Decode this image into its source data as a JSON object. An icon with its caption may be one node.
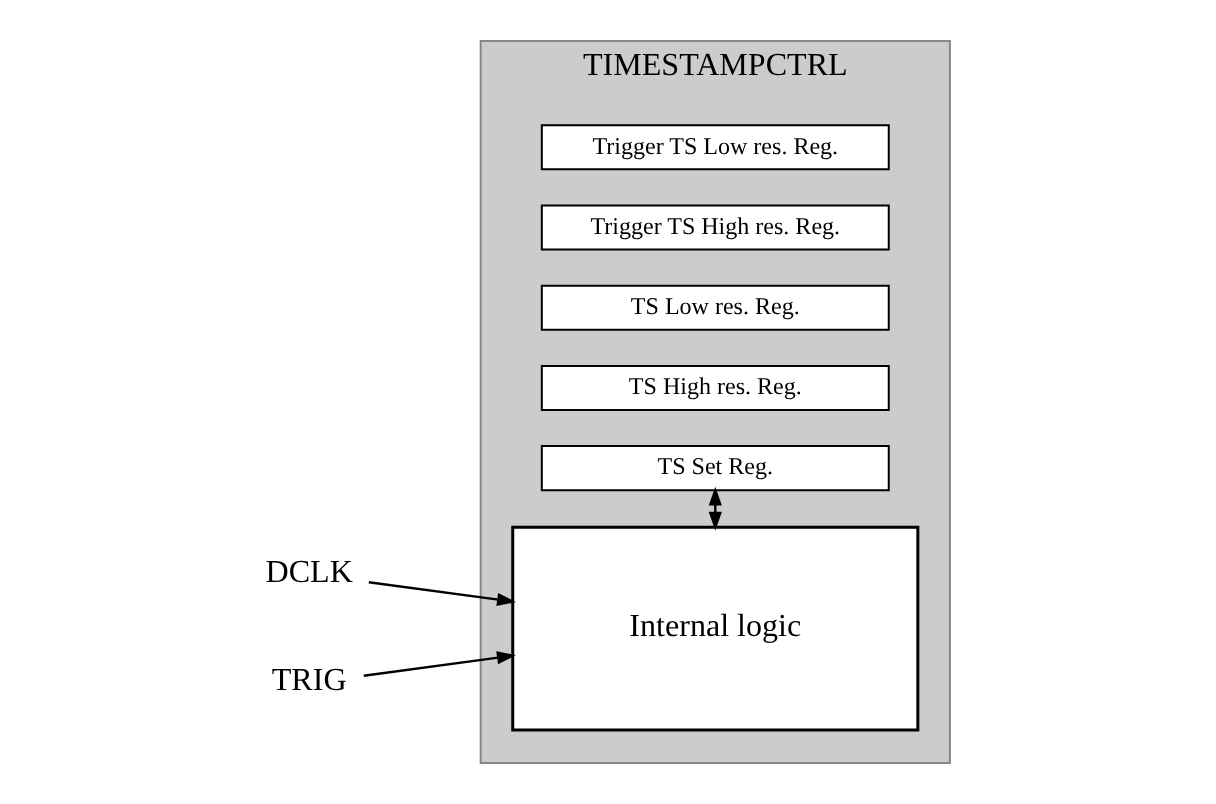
{
  "diagram": {
    "nodes": [
      {
        "text": [
          "TIMESTAMPCTRL"
        ]
      },
      {
        "text": [
          "DCLK"
        ]
      },
      {
        "text": [
          "TRIG"
        ]
      },
      {
        "text": [
          "Internal logic"
        ],
        "in": 0
      },
      {
        "text": [
          "TS Set Reg."
        ],
        "in": 0
      },
      {
        "text": [
          "TS High res. Reg."
        ],
        "in": 0
      },
      {
        "text": [
          "TS Low res. Reg."
        ],
        "in": 0
      },
      {
        "text": [
          "Trigger TS High res. Reg."
        ],
        "in": 0
      },
      {
        "text": [
          "Trigger TS Low res. Reg."
        ],
        "in": 0
      }
    ],
    "edges": [
      {
        "from": 1,
        "to": 3,
        "arrow": "to"
      },
      {
        "from": 2,
        "to": 3,
        "arrow": "to"
      },
      {
        "from": 3,
        "to": 4,
        "arrow": "both"
      }
    ]
  }
}
